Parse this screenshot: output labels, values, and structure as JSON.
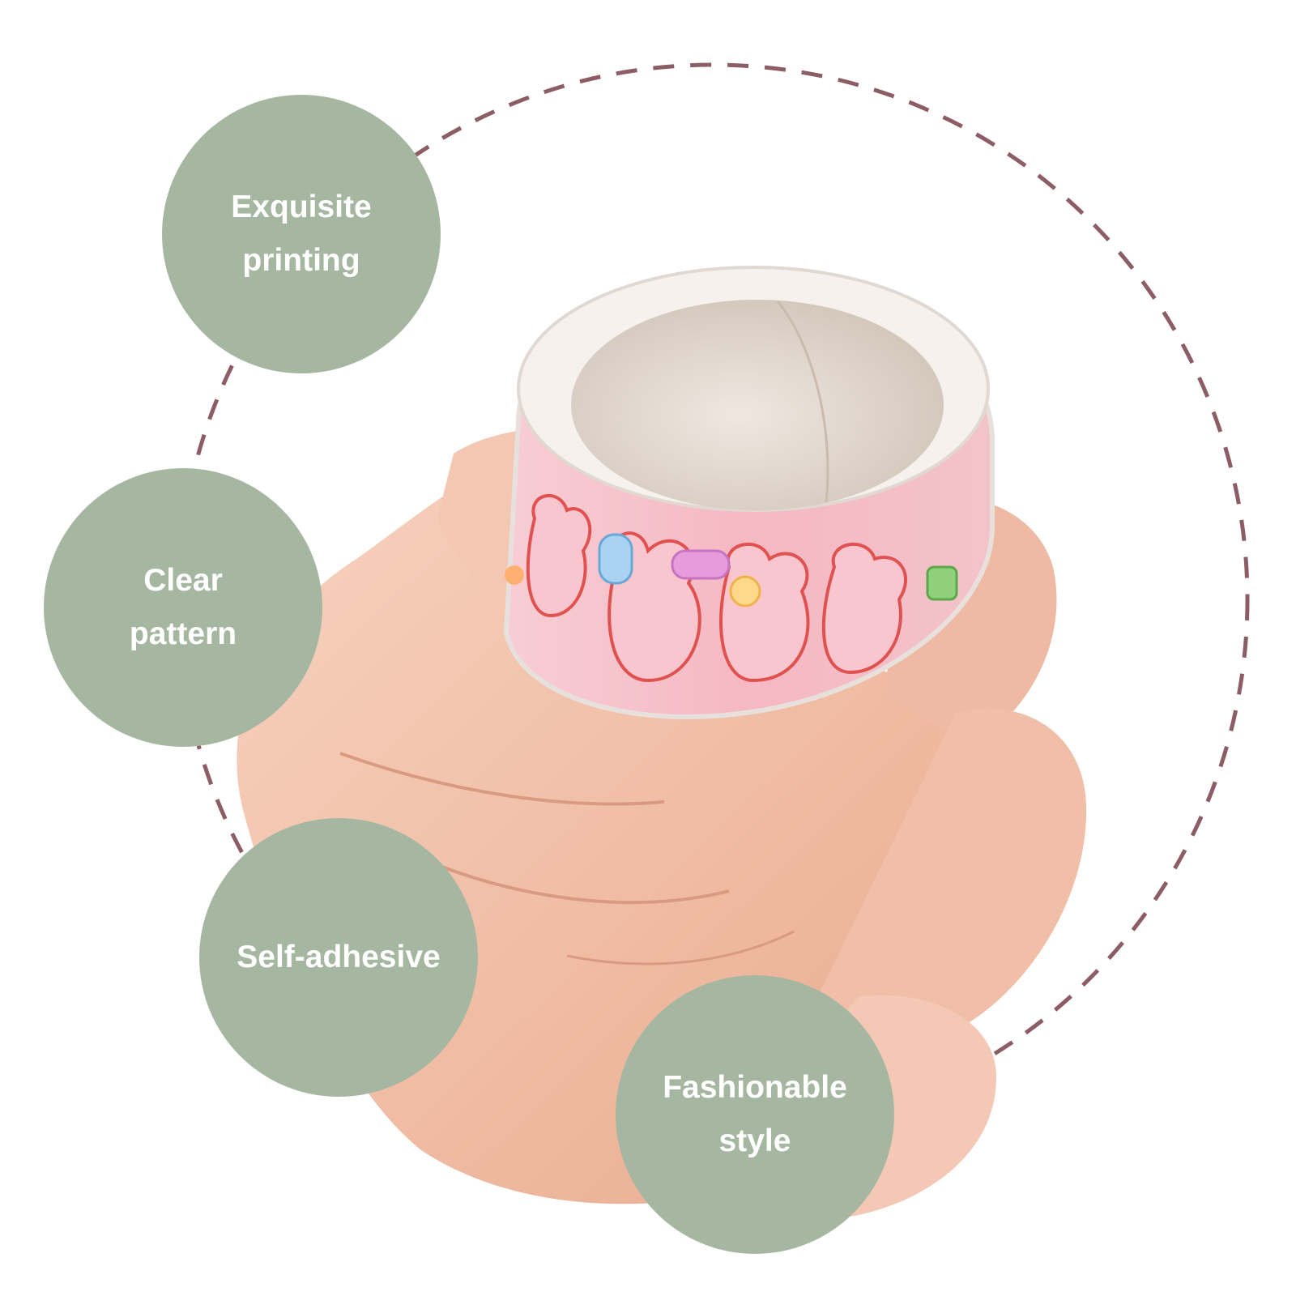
{
  "colors": {
    "badge_fill": "#a6b7a1",
    "badge_text": "#ffffff",
    "dashed_ring": "#8d5d66",
    "skin": "#f0bfa7",
    "tape_pink": "#f5b9c4",
    "tape_outline": "#e0524f",
    "roll_core": "#ded4cb"
  },
  "features": [
    {
      "line1": "Exquisite",
      "line2": "printing"
    },
    {
      "line1": "Clear",
      "line2": "pattern"
    },
    {
      "line1": "Self-adhesive",
      "line2": ""
    },
    {
      "line1": "Fashionable",
      "line2": "style"
    }
  ],
  "icons": {
    "ring": "dashed-circle-decoration",
    "photo": "washi-sticker-roll-on-hand"
  }
}
